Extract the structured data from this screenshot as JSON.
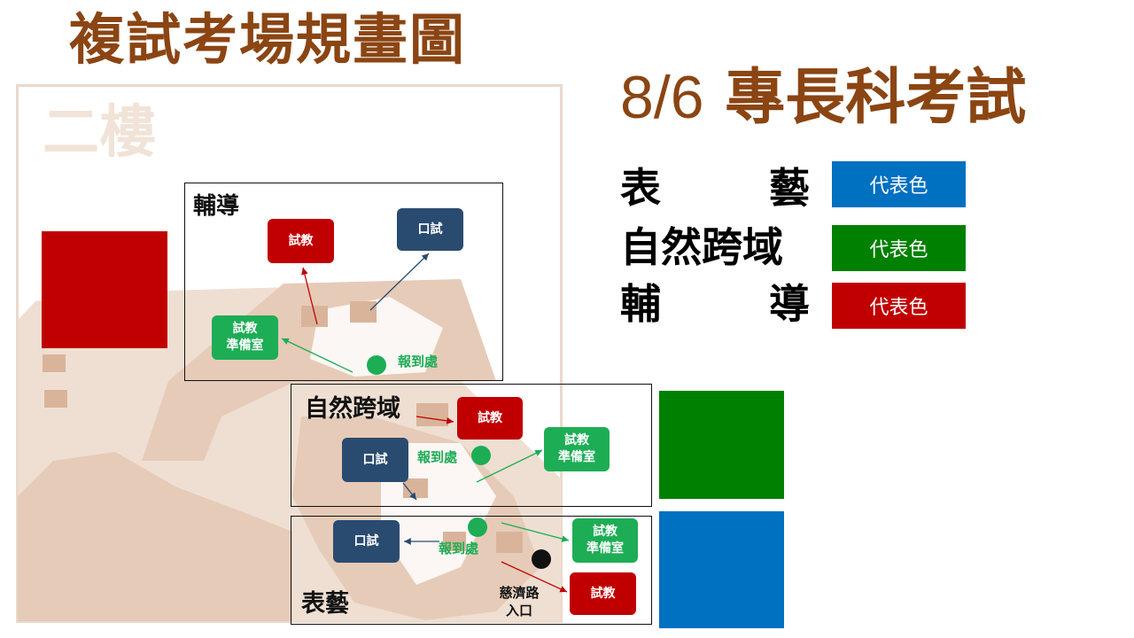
{
  "page_title": "複試考場規畫圖",
  "floor_label": "二樓",
  "exam_heading": {
    "date": "8/6",
    "subject": "專長科考試"
  },
  "legend": [
    {
      "name": "表藝",
      "chip": "代表色",
      "color": "#0070c0"
    },
    {
      "name": "自然跨域",
      "chip": "代表色",
      "color": "#008000"
    },
    {
      "name": "輔導",
      "chip": "代表色",
      "color": "#c00000"
    }
  ],
  "areas": {
    "counseling": {
      "label": "輔導",
      "teaching_test": "試教",
      "oral_test": "口試",
      "prep_room": "試教\n準備室",
      "check_in": "報到處"
    },
    "science": {
      "label": "自然跨域",
      "teaching_test": "試教",
      "oral_test": "口試",
      "prep_room": "試教\n準備室",
      "check_in": "報到處"
    },
    "performing_arts": {
      "label": "表藝",
      "teaching_test": "試教",
      "oral_test": "口試",
      "prep_room": "試教\n準備室",
      "check_in": "報到處"
    }
  },
  "entrance": "慈濟路\n入口"
}
